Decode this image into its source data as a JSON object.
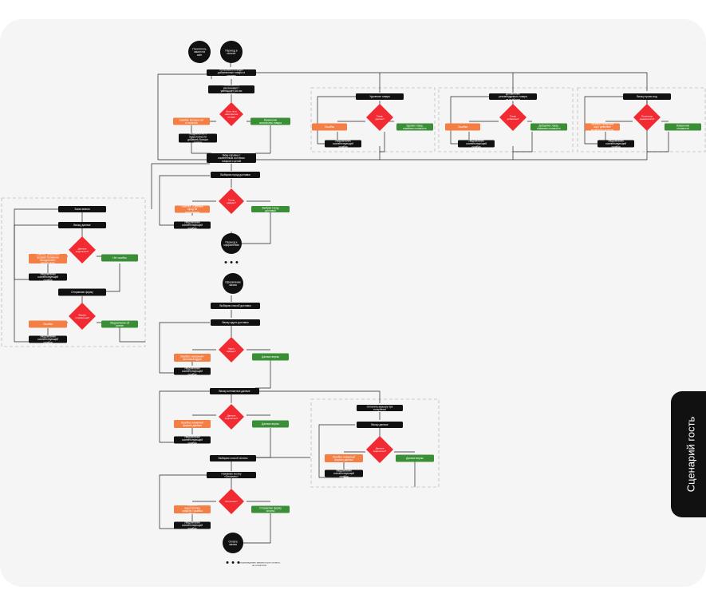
{
  "side_tab": {
    "label": "Сценарий гость"
  },
  "colors": {
    "black": "#111111",
    "red": "#f22b33",
    "orange": "#f47f45",
    "green": "#3a8f36",
    "line": "#222222",
    "frame": "#bdbdbd"
  },
  "circles": {
    "start": "Посетитель зашел на сайт",
    "to_catalog": "Переход в каталог",
    "to_checkout": "Переход к оформлению",
    "checkout": "Оформление заказа",
    "pay": "Оплата заказа"
  },
  "catalog": {
    "sees_products": "Пользователь видит добавленные товары в корзину",
    "change_qty": "Пользователь увеличивает / уменьшает кол-во товара",
    "stock_question": "Есть ли в наличии на складе",
    "stock_error": "Ошибка: Больше нет в наличии",
    "stock_ok": "Изменение количества товара",
    "stock_notice": "Уведомление о недоступности добавить больше товара",
    "cart_result": "Вижу корзину с изменённым составом товаров и ценой"
  },
  "panels": [
    {
      "title": "Удаление товара",
      "question": "Товар удален?",
      "error": "Ошибка",
      "ok": "Удаляю товар, изменяю стоимость",
      "notice": "Уведомление соответствующей ошибки"
    },
    {
      "title": "Добавление рекомендуемого товара из подборки",
      "question": "Товар добавлен?",
      "error": "Ошибка",
      "ok": "Добавляю товар, изменяю стоимость",
      "notice": "Уведомление соответствующей ошибки"
    },
    {
      "title": "Ввожу промо-код",
      "question": "Промокод применился?",
      "error": "Ошибка: неверный код / действие промокода истекло",
      "ok": "Изменение стоимости",
      "notice": "Уведомление соответствующей ошибки"
    }
  ],
  "delivery": {
    "choose": "Выбираю город доставки",
    "question": "Город найден?",
    "error": "Ошибка: в данный город не доставляем",
    "ok": "Выбран город доставки",
    "notice": "Уведомление соответствующей ошибки"
  },
  "callback": {
    "header": "Заказ звонка",
    "input": "Ввожу данные",
    "question": "Данные корректны?",
    "error": "Ошибка: указанный формат телефона некорректен / пустое поле",
    "ok": "Нет ошибок",
    "notice": "Уведомление соответствующей ошибки",
    "send": "Отправляю форму",
    "send_question": "Форма отправлена?",
    "send_error": "Ошибка",
    "send_ok": "Уведомление об успехе",
    "send_notice": "Уведомление соответствующей ошибки"
  },
  "checkout_flow": {
    "method": "Выбираю способ доставки",
    "address": "Ввожу адрес доставки",
    "addr_question": "Адрес найден?",
    "addr_error": "Ошибка: неверный / неполный адрес",
    "addr_ok": "Данные верны",
    "addr_notice": "Уведомление соответствующей ошибки",
    "contacts": "Ввожу контактные данные",
    "contacts_question": "Данные корректны?",
    "contacts_error": "Ошибка: неверный формат данных",
    "contacts_ok": "Данные верны",
    "contacts_notice": "Уведомление соответствующей ошибки",
    "payment": "Выбираю способ оплаты",
    "pay_online": "Нажимаю кнопку «Оплатить»",
    "pay_question": "Оплачено?",
    "pay_error": "Ошибка: недостаточно средств / ошибка банка",
    "pay_ok": "Отправляю форму оплаты",
    "pay_notice": "Уведомление соответствующей ошибки"
  },
  "courier": {
    "title": "Оплатить курьеру при получении",
    "input": "Ввожу данные",
    "question": "Данные корректны?",
    "error": "Ошибка: неверный формат данных",
    "ok": "Данные верны",
    "notice": "Уведомление соответствующей ошибки"
  },
  "ellipsis": "• • •",
  "footnote": "Сопровождение заказа после оплаты, не относится"
}
